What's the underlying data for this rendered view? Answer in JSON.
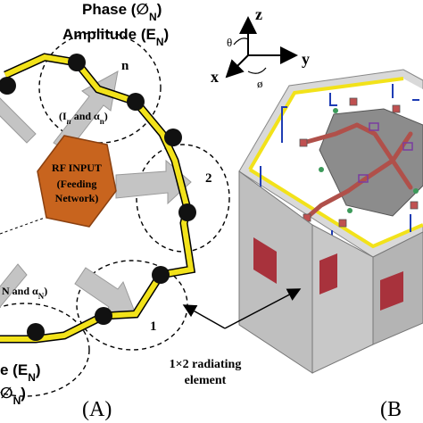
{
  "panel_a": {
    "top_label_line1": "Phase (∅",
    "top_label_line1_sub": "N",
    "top_label_line1_end": ")",
    "top_label_line2": "Amplitude (E",
    "top_label_line2_sub": "N",
    "top_label_line2_end": ")",
    "element_n_label": "n",
    "element_2_label": "2",
    "element_1_label": "1",
    "excitation_label": "(I",
    "excitation_label_sub": "n",
    "excitation_label_mid": " and α",
    "excitation_label_sub2": "n",
    "excitation_label_end": ")",
    "lower_left_excitation": "N",
    "lower_left_excitation_mid": " and α",
    "lower_left_excitation_sub": "N",
    "lower_left_excitation_end": ")",
    "center_line1": "RF INPUT",
    "center_line2": "(Feeding",
    "center_line3": "Network)",
    "bottom_label_line1": "e (E",
    "bottom_label_line1_sub": "N",
    "bottom_label_line1_end": ")",
    "bottom_label_line2": "∅",
    "bottom_label_line2_sub": "N",
    "bottom_label_line2_end": ")",
    "panel_letter": "(A)"
  },
  "panel_b": {
    "axis_z": "z",
    "axis_y": "y",
    "axis_x": "x",
    "angle_theta": "θ",
    "angle_phi": "ø",
    "callout_line1": "1×2 radiating",
    "callout_line2": "element",
    "panel_letter": "(B"
  },
  "colors": {
    "hexagon_fill": "#c8641e",
    "ring_yellow": "#f2e21a",
    "arrow_gray": "#c4c4c4",
    "patch_red": "#a8323c",
    "box_gray": "#b8b8b8",
    "feed_blue": "#1e3cb4",
    "pcb_gray": "#8c8c8c"
  }
}
